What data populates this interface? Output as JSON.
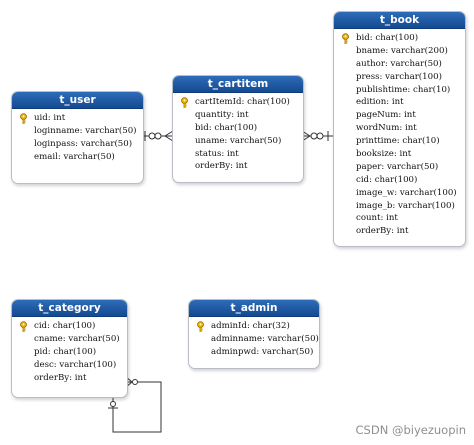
{
  "diagram": {
    "tables": [
      {
        "id": "t_user",
        "title": "t_user",
        "columns": [
          {
            "text": "uid: int",
            "pk": true
          },
          {
            "text": "loginname: varchar(50)",
            "pk": false
          },
          {
            "text": "loginpass: varchar(50)",
            "pk": false
          },
          {
            "text": "email: varchar(50)",
            "pk": false
          }
        ]
      },
      {
        "id": "t_cartitem",
        "title": "t_cartitem",
        "columns": [
          {
            "text": "cartItemId: char(100)",
            "pk": true
          },
          {
            "text": "quantity: int",
            "pk": false
          },
          {
            "text": "bid: char(100)",
            "pk": false
          },
          {
            "text": "uname: varchar(50)",
            "pk": false
          },
          {
            "text": "status: int",
            "pk": false
          },
          {
            "text": "orderBy: int",
            "pk": false
          }
        ]
      },
      {
        "id": "t_book",
        "title": "t_book",
        "columns": [
          {
            "text": "bid: char(100)",
            "pk": true
          },
          {
            "text": "bname: varchar(200)",
            "pk": false
          },
          {
            "text": "author: varchar(50)",
            "pk": false
          },
          {
            "text": "press: varchar(100)",
            "pk": false
          },
          {
            "text": "publishtime: char(10)",
            "pk": false
          },
          {
            "text": "edition: int",
            "pk": false
          },
          {
            "text": "pageNum: int",
            "pk": false
          },
          {
            "text": "wordNum: int",
            "pk": false
          },
          {
            "text": "printtime: char(10)",
            "pk": false
          },
          {
            "text": "booksize: int",
            "pk": false
          },
          {
            "text": "paper: varchar(50)",
            "pk": false
          },
          {
            "text": "cid: char(100)",
            "pk": false
          },
          {
            "text": "image_w: varchar(100)",
            "pk": false
          },
          {
            "text": "image_b: varchar(100)",
            "pk": false
          },
          {
            "text": "count: int",
            "pk": false
          },
          {
            "text": "orderBy: int",
            "pk": false
          }
        ]
      },
      {
        "id": "t_category",
        "title": "t_category",
        "columns": [
          {
            "text": "cid: char(100)",
            "pk": true
          },
          {
            "text": "cname: varchar(50)",
            "pk": false
          },
          {
            "text": "pid: char(100)",
            "pk": false
          },
          {
            "text": "desc: varchar(100)",
            "pk": false
          },
          {
            "text": "orderBy: int",
            "pk": false
          }
        ]
      },
      {
        "id": "t_admin",
        "title": "t_admin",
        "columns": [
          {
            "text": "adminId: char(32)",
            "pk": true
          },
          {
            "text": "adminname: varchar(50)",
            "pk": false
          },
          {
            "text": "adminpwd: varchar(50)",
            "pk": false
          }
        ]
      }
    ],
    "relationships": [
      {
        "from": "t_user",
        "to": "t_cartitem"
      },
      {
        "from": "t_cartitem",
        "to": "t_book"
      },
      {
        "from": "t_category",
        "to": "t_category"
      }
    ]
  },
  "colors": {
    "header_top": "#2f6cb8",
    "header_bottom": "#134a92",
    "connector": "#333333",
    "key_icon": "#e8b10c"
  },
  "icons": {
    "primary_key": "key-icon"
  },
  "watermark": "CSDN @biyezuopin"
}
